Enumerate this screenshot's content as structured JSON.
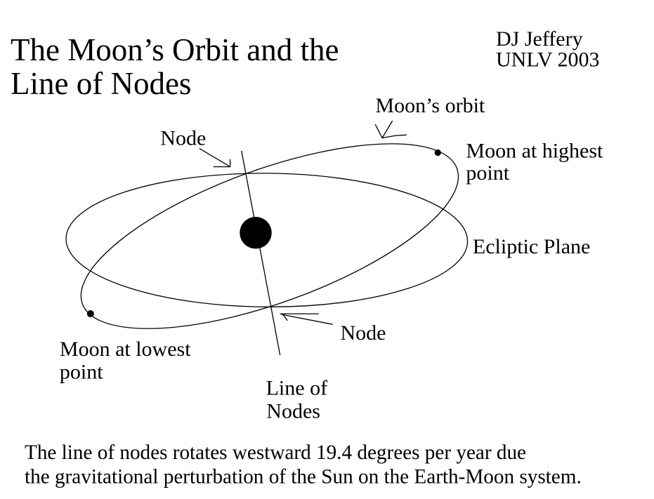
{
  "title": {
    "line1": "The Moon’s Orbit and the",
    "line2": "Line of Nodes"
  },
  "credit": {
    "line1": "DJ Jeffery",
    "line2": "UNLV 2003"
  },
  "labels": {
    "moons_orbit": "Moon’s orbit",
    "node_top": "Node",
    "moon_highest": {
      "line1": "Moon at highest",
      "line2": "point"
    },
    "ecliptic_plane": "Ecliptic Plane",
    "node_bottom": "Node",
    "moon_lowest": {
      "line1": "Moon at lowest",
      "line2": "point"
    },
    "line_of_nodes": {
      "line1": "Line of",
      "line2": "Nodes"
    }
  },
  "caption": {
    "line1": "The line of nodes rotates westward 19.4 degrees per year due",
    "line2": "the gravitational perturbation of the Sun on the Earth-Moon system."
  },
  "colors": {
    "background": "#ffffff",
    "ink": "#000000"
  }
}
